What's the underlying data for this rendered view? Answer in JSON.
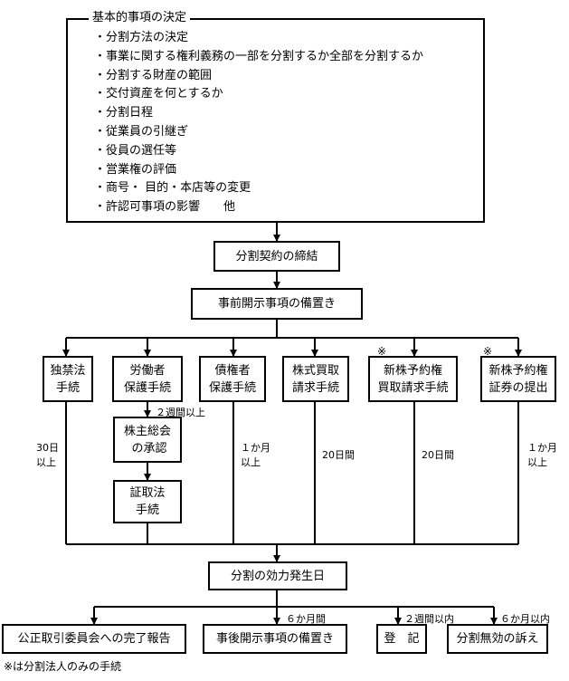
{
  "basics": {
    "title": "基本的事項の決定",
    "items": [
      "・分割方法の決定",
      "・事業に関する権利義務の一部を分割するか全部を分割するか",
      "・分割する財産の範囲",
      "・交付資産を何とするか",
      "・分割日程",
      "・従業員の引継ぎ",
      "・役員の選任等",
      "・営業権の評価",
      "・商号・ 目的・本店等の変更",
      "・許認可事項の影響　　他"
    ]
  },
  "steps": {
    "contract": "分割契約の締結",
    "disclosure_pre": "事前開示事項の備置き",
    "antitrust": "独禁法\n手続",
    "labor": "労働者\n保護手続",
    "shareholders_meeting": "株主総会\n の承認",
    "securities": "証取法\n手続",
    "creditor": "債権者\n保護手続",
    "share_buyback": "株式買取\n請求手続",
    "warrant_buyback": "新株予約権\n買取請求手続",
    "warrant_certificate": "新株予約権\n証券の提出",
    "effective_date": "分割の効力発生日",
    "ftc_report": "公正取引委員会への完了報告",
    "disclosure_post": "事後開示事項の備置き",
    "registration": "登　記",
    "nullity_suit": "分割無効の訴え"
  },
  "periods": {
    "two_weeks_before": "２週間以上",
    "antitrust": "30日\n以上",
    "creditor": "１か月\n以上",
    "share_buyback": "20日間",
    "warrant_buyback": "20日間",
    "warrant_certificate": "１か月\n以上",
    "post_disclosure": "６か月間",
    "registration": "２週間以内",
    "nullity_suit": "６か月以内"
  },
  "marks": {
    "warrant_buyback": "※",
    "warrant_certificate": "※"
  },
  "footnote": "※は分割法人のみの手続"
}
